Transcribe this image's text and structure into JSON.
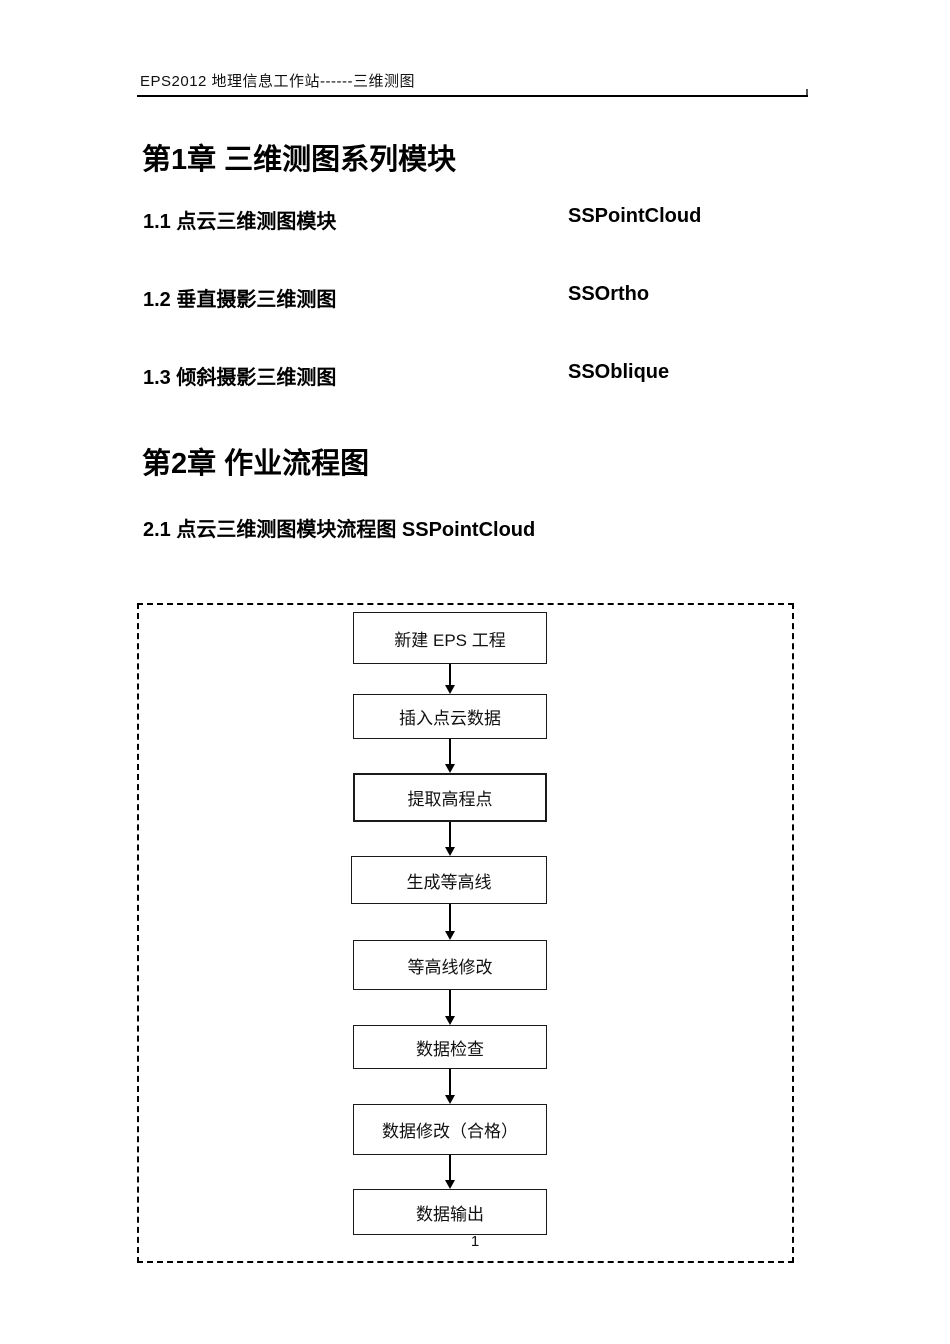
{
  "header": {
    "text": "EPS2012 地理信息工作站------三维测图"
  },
  "chapter1": {
    "title": "第1章 三维测图系列模块",
    "sections": [
      {
        "label": "1.1 点云三维测图模块",
        "module": "SSPointCloud"
      },
      {
        "label": "1.2 垂直摄影三维测图",
        "module": "SSOrtho"
      },
      {
        "label": "1.3 倾斜摄影三维测图",
        "module": "SSOblique"
      }
    ]
  },
  "chapter2": {
    "title": "第2章 作业流程图",
    "section_title": "2.1 点云三维测图模块流程图 SSPointCloud"
  },
  "flowchart": {
    "nodes": [
      "新建 EPS 工程",
      "插入点云数据",
      "提取高程点",
      "生成等高线",
      "等高线修改",
      "数据检查",
      "数据修改（合格）",
      "数据输出"
    ]
  },
  "footer": {
    "page_number": "1"
  },
  "colors": {
    "text": "#000000",
    "line": "#000000",
    "page_background": "#ffffff"
  }
}
